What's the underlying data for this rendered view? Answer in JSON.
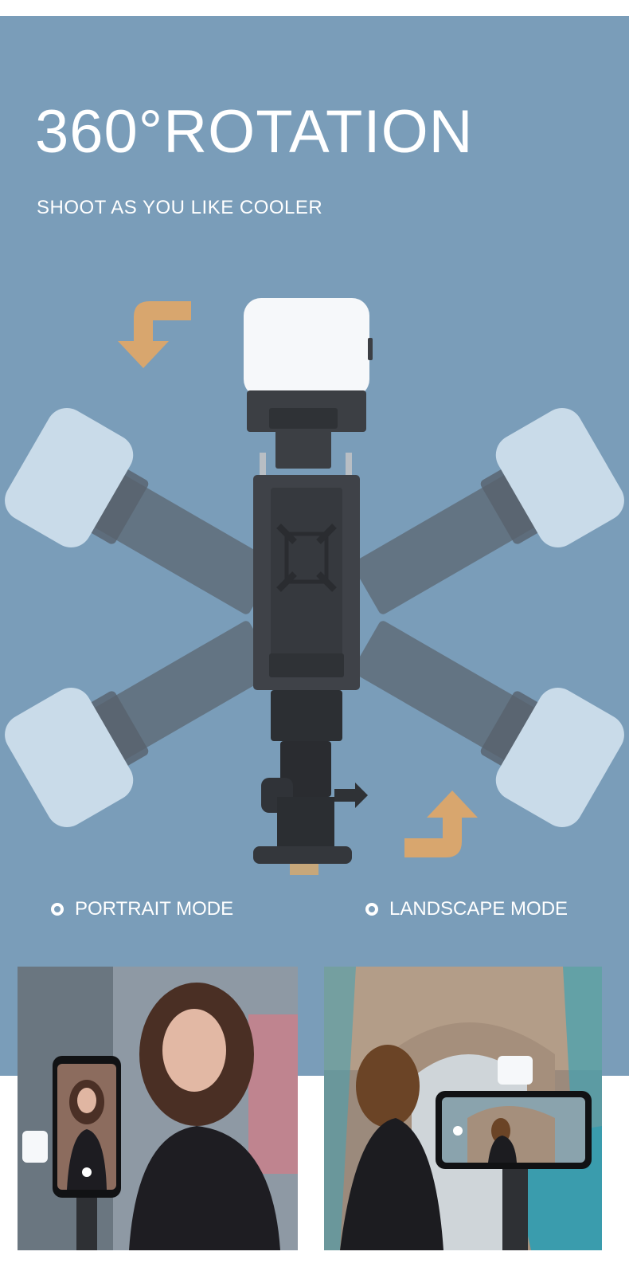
{
  "headline": "360°ROTATION",
  "subline": "SHOOT AS YOU LIKE COOLER",
  "modes": {
    "portrait": "PORTRAIT MODE",
    "landscape": "LANDSCAPE MODE"
  },
  "icons": {
    "rotate_arrow_top": "curved-arrow-icon",
    "rotate_arrow_bottom": "curved-arrow-icon",
    "mode_marker": "circle-outline-icon"
  },
  "colors": {
    "background_panel": "#7a9db9",
    "arrow": "#d8a66e",
    "holder": "#3c3f44",
    "light": "#f4f7fa",
    "text": "#ffffff"
  }
}
